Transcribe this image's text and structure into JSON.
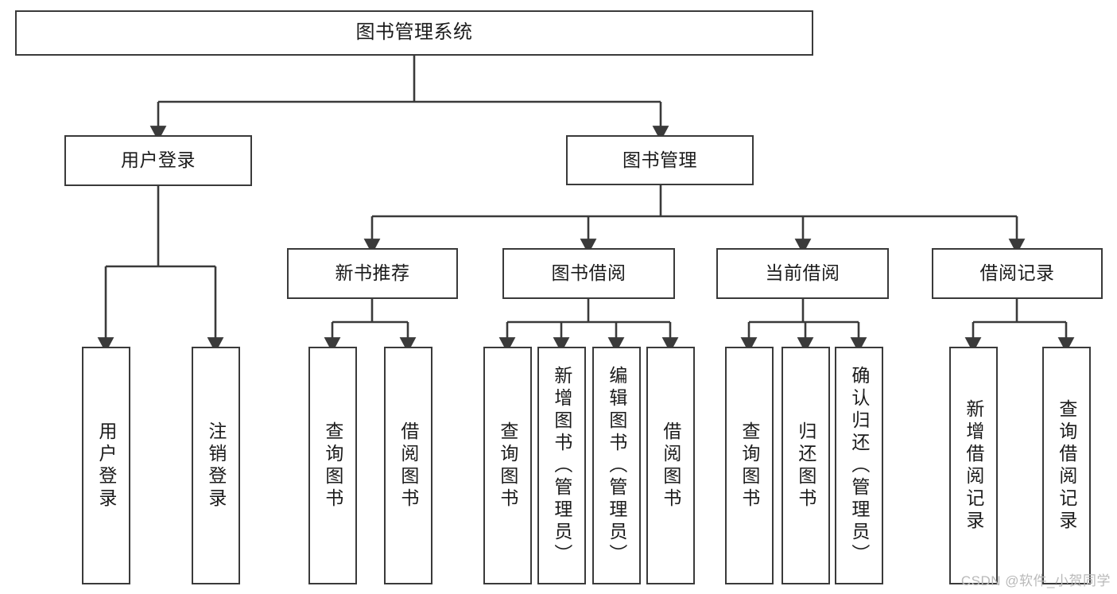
{
  "diagram": {
    "title": "图书管理系统",
    "type": "tree",
    "root": {
      "label": "图书管理系统"
    },
    "level1": [
      {
        "label": "用户登录"
      },
      {
        "label": "图书管理"
      }
    ],
    "level2": [
      {
        "label": "新书推荐"
      },
      {
        "label": "图书借阅"
      },
      {
        "label": "当前借阅"
      },
      {
        "label": "借阅记录"
      }
    ],
    "leaves": {
      "user_login": [
        {
          "label": "用户登录"
        },
        {
          "label": "注销登录"
        }
      ],
      "new_book": [
        {
          "label": "查询图书"
        },
        {
          "label": "借阅图书"
        }
      ],
      "book_borrow": [
        {
          "label": "查询图书"
        },
        {
          "label": "新增图书（管理员）"
        },
        {
          "label": "编辑图书（管理员）"
        },
        {
          "label": "借阅图书"
        }
      ],
      "current_borrow": [
        {
          "label": "查询图书"
        },
        {
          "label": "归还图书"
        },
        {
          "label": "确认归还（管理员）"
        }
      ],
      "borrow_record": [
        {
          "label": "新增借阅记录"
        },
        {
          "label": "查询借阅记录"
        }
      ]
    }
  },
  "watermark": {
    "text": "CSDN @软件_小贺同学"
  },
  "colors": {
    "stroke": "#3a3a3a",
    "text": "#1b1b1b",
    "background": "#ffffff",
    "watermark": "#b9b9b9"
  }
}
